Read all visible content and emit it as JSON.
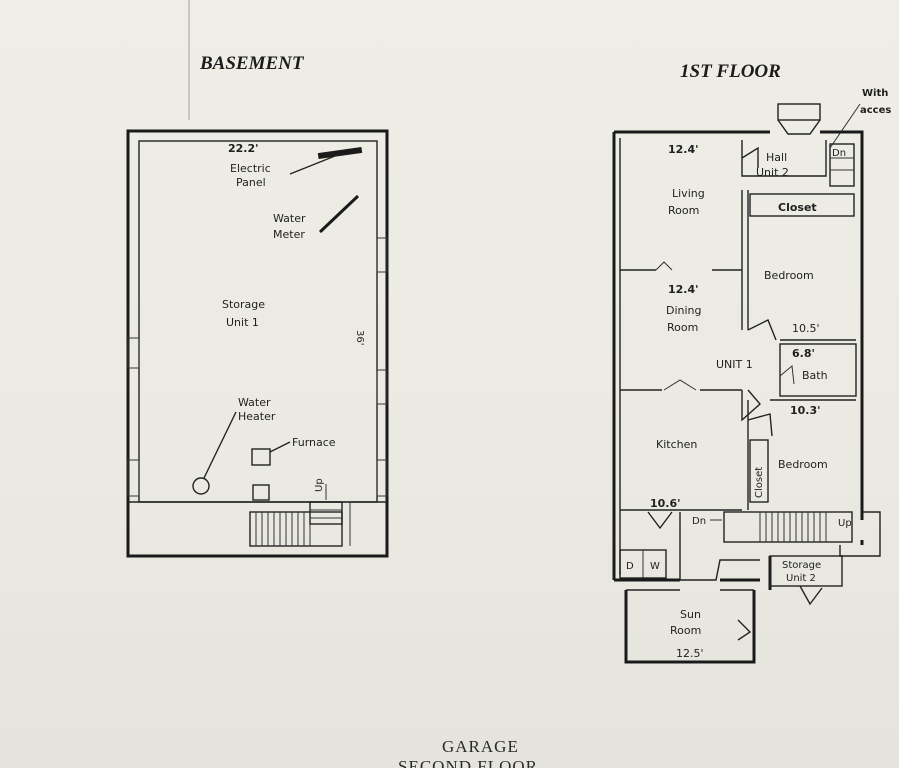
{
  "basement": {
    "title": "BASEMENT",
    "width_dim": "22.2'",
    "length_dim": "36'",
    "electric_panel": [
      "Electric",
      "Panel"
    ],
    "water_meter": [
      "Water",
      "Meter"
    ],
    "storage": [
      "Storage",
      "Unit 1"
    ],
    "water_heater": [
      "Water",
      "Heater"
    ],
    "furnace": "Furnace",
    "stair_mark": "Up"
  },
  "first_floor": {
    "title": "1ST FLOOR",
    "side_note": [
      "With",
      "acces"
    ],
    "hall": [
      "Hall",
      "Unit 2"
    ],
    "hall_stair": "Dn",
    "living_room": [
      "Living",
      "Room"
    ],
    "living_dim": "12.4'",
    "dining_room": [
      "Dining",
      "Room"
    ],
    "dining_dim": "12.4'",
    "closet_top": "Closet",
    "bedroom_top": "Bedroom",
    "bedroom_top_dim": "10.5'",
    "unit": "UNIT 1",
    "bath": "Bath",
    "bath_dim": "6.8'",
    "bedroom_bottom": "Bedroom",
    "bedroom_bottom_dim": "10.3'",
    "closet_bottom": "Closet",
    "kitchen": "Kitchen",
    "kitchen_dim": "10.6'",
    "landing_dn": "Dn",
    "landing_up": "Up",
    "washer": "W",
    "dryer": "D",
    "storage": [
      "Storage",
      "Unit 2"
    ],
    "sun_room": [
      "Sun",
      "Room"
    ],
    "sun_dim": "12.5'"
  },
  "footer": {
    "line1": "GARAGE",
    "line2": "SECOND FLOOR"
  }
}
